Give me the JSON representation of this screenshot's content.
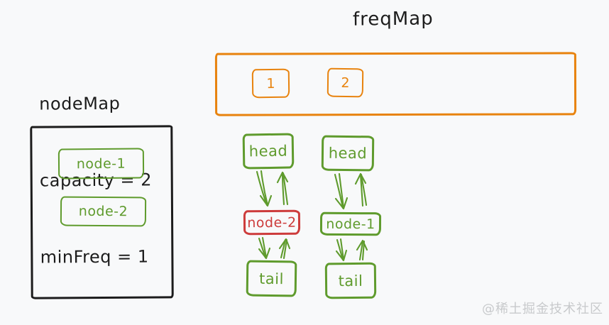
{
  "title": "freqMap",
  "node_map": {
    "label": "nodeMap",
    "capacity": "capacity = 2",
    "min_freq": "minFreq = 1",
    "entries": [
      "node-1",
      "node-2"
    ]
  },
  "freq_map": {
    "keys": [
      "1",
      "2"
    ]
  },
  "freq_lists": [
    {
      "freq_key": "1",
      "nodes": [
        {
          "label": "head",
          "style": "green"
        },
        {
          "label": "node-2",
          "style": "red"
        },
        {
          "label": "tail",
          "style": "green"
        }
      ]
    },
    {
      "freq_key": "2",
      "nodes": [
        {
          "label": "head",
          "style": "green"
        },
        {
          "label": "node-1",
          "style": "green"
        },
        {
          "label": "tail",
          "style": "green"
        }
      ]
    }
  ],
  "watermark": "@稀土掘金技术社区",
  "colors": {
    "background": "#f8f9fa",
    "ink": "#1c1c1c",
    "green": "#5f9b2d",
    "red": "#cd3c3c",
    "orange": "#e8830e",
    "watermark": "#c8cacc"
  }
}
